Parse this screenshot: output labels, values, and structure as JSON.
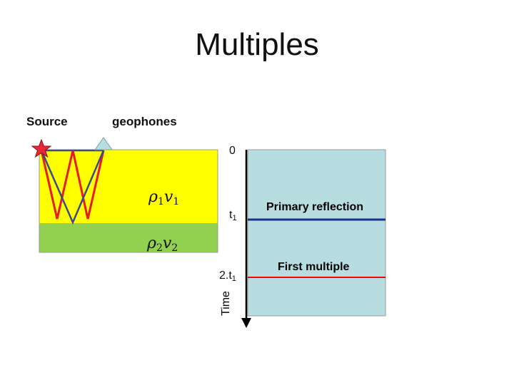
{
  "title": "Multiples",
  "labels": {
    "source": "Source",
    "geophones": "geophones",
    "time_axis": "Time",
    "primary": "Primary reflection",
    "first_multiple": "First multiple"
  },
  "ticks": {
    "zero": "0",
    "t1_base": "t",
    "t1_sub": "1",
    "t2_base": "2.t",
    "t2_sub": "1"
  },
  "layers": {
    "layer1": {
      "rho": "ρ",
      "rho_sub": "1",
      "v": "v",
      "v_sub": "1"
    },
    "layer2": {
      "rho": "ρ",
      "rho_sub": "2",
      "v": "v",
      "v_sub": "2"
    }
  },
  "colors": {
    "layer1": "#ffff00",
    "layer2": "#92d050",
    "panel": "#b7dde0",
    "primary": "#1f2f8f",
    "multiple": "#ff0000",
    "geophone": "#b7dde0",
    "source_star": "#e8263a"
  }
}
